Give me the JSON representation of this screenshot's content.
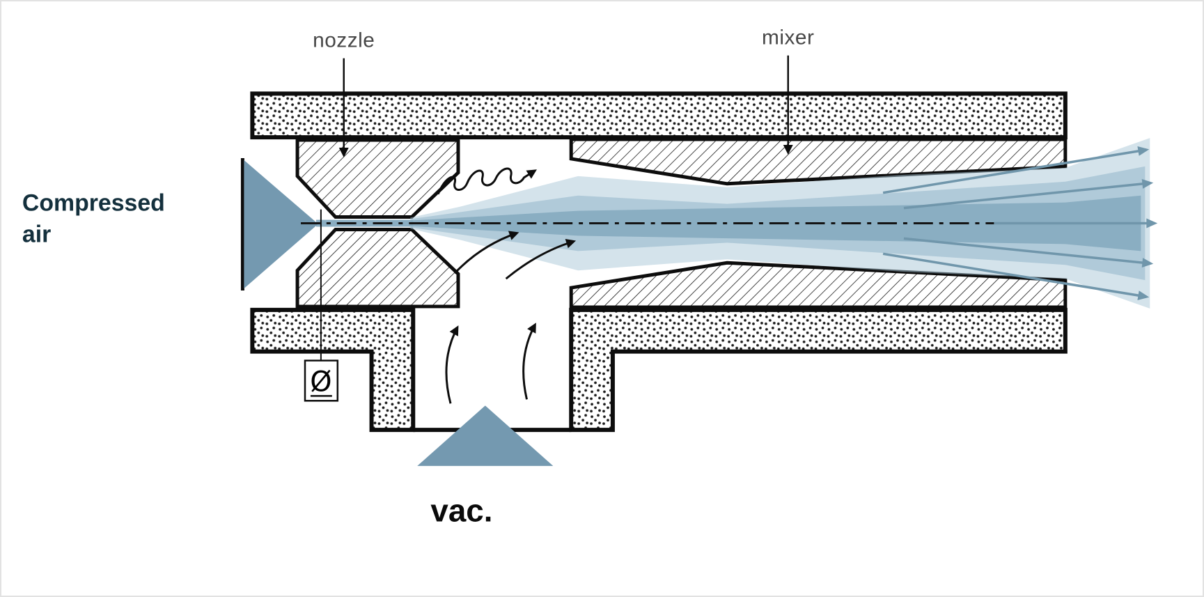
{
  "figure": {
    "type": "technical-diagram",
    "subject": "vacuum-ejector-cross-section",
    "labels": {
      "nozzle": "nozzle",
      "mixer": "mixer",
      "compressed_air": [
        "Compressed",
        "air"
      ],
      "vacuum": "vac.",
      "diameter_symbol": "Ø"
    },
    "colors": {
      "steel_blue": "#7499b0",
      "jet_outer": "#aac7d8",
      "jet_mid": "#92b6ca",
      "jet_core": "#7da4ba",
      "flow_arrow_blue": "#7096ab",
      "outline_black": "#0d0d0d",
      "label_gray": "#474747",
      "compressed_text": "#14303d"
    }
  }
}
